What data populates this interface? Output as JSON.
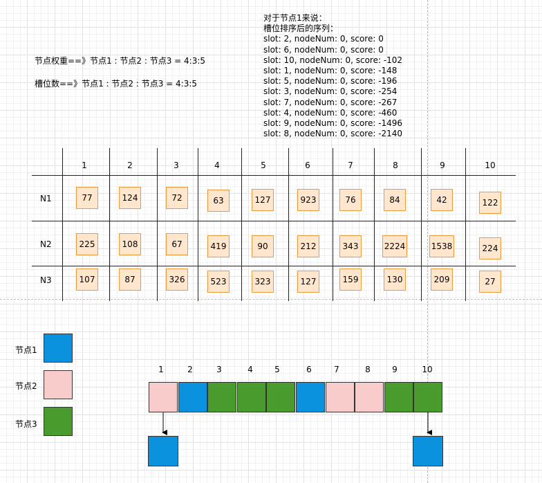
{
  "weight_text": "节点权重==》节点1 : 节点2 : 节点3 = 4:3:5",
  "slot_count_text": "槽位数==》节点1 : 节点2 : 节点3 = 4:3:5",
  "note": {
    "title": "对于节点1来说：",
    "subtitle": "槽位排序后的序列：",
    "lines": [
      "slot: 2, nodeNum: 0, score: 0",
      "slot: 6, nodeNum: 0, score: 0",
      "slot: 10, nodeNum: 0, score: -102",
      "slot: 1, nodeNum: 0, score: -148",
      "slot: 5, nodeNum: 0, score: -196",
      "slot: 3, nodeNum: 0, score: -254",
      "slot: 7, nodeNum: 0, score: -267",
      "slot: 4, nodeNum: 0, score: -460",
      "slot: 9, nodeNum: 0, score: -1496",
      "slot: 8, nodeNum: 0, score: -2140"
    ]
  },
  "table": {
    "columns": [
      "1",
      "2",
      "3",
      "4",
      "5",
      "6",
      "7",
      "8",
      "9",
      "10"
    ],
    "rows": [
      {
        "label": "N1",
        "values": [
          "77",
          "124",
          "72",
          "63",
          "127",
          "923",
          "76",
          "84",
          "42",
          "122"
        ]
      },
      {
        "label": "N2",
        "values": [
          "225",
          "108",
          "67",
          "419",
          "90",
          "212",
          "343",
          "2224",
          "1538",
          "224"
        ]
      },
      {
        "label": "N3",
        "values": [
          "107",
          "87",
          "326",
          "523",
          "323",
          "127",
          "159",
          "130",
          "209",
          "27"
        ]
      }
    ]
  },
  "legend": [
    {
      "label": "节点1",
      "color": "#0a92de"
    },
    {
      "label": "节点2",
      "color": "#f9cccc"
    },
    {
      "label": "节点3",
      "color": "#4a9b2e"
    }
  ],
  "slots": {
    "numbers": [
      "1",
      "2",
      "3",
      "4",
      "5",
      "6",
      "7",
      "8",
      "9",
      "10"
    ],
    "owners": [
      2,
      1,
      3,
      3,
      3,
      1,
      2,
      2,
      3,
      3
    ]
  }
}
